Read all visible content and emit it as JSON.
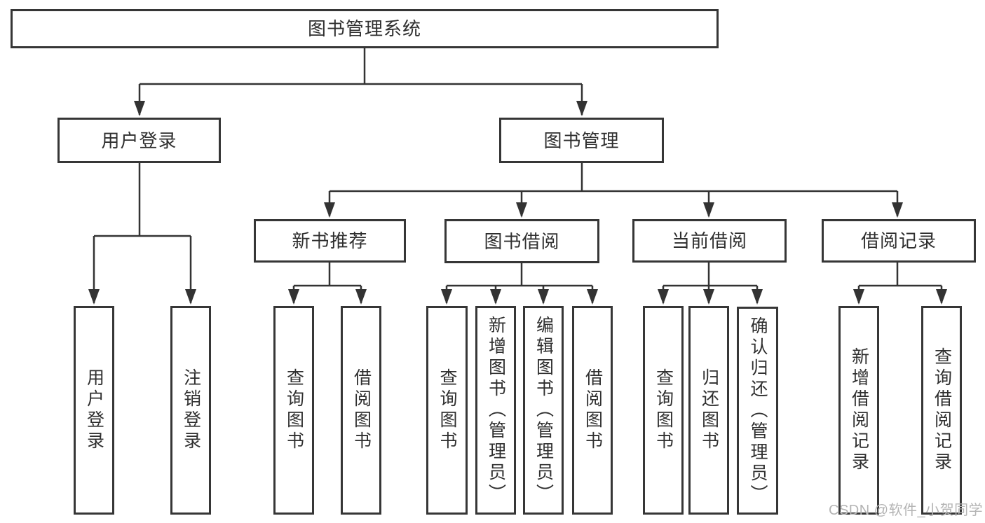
{
  "diagram": {
    "root": {
      "label": "图书管理系统"
    },
    "branches": [
      {
        "label": "用户登录",
        "children": [
          {
            "label": "用户登录"
          },
          {
            "label": "注销登录"
          }
        ]
      },
      {
        "label": "图书管理",
        "children": [
          {
            "label": "新书推荐",
            "children": [
              {
                "label": "查询图书"
              },
              {
                "label": "借阅图书"
              }
            ]
          },
          {
            "label": "图书借阅",
            "children": [
              {
                "label": "查询图书"
              },
              {
                "label": "新增图书（管理员）"
              },
              {
                "label": "编辑图书（管理员）"
              },
              {
                "label": "借阅图书"
              }
            ]
          },
          {
            "label": "当前借阅",
            "children": [
              {
                "label": "查询图书"
              },
              {
                "label": "归还图书"
              },
              {
                "label": "确认归还（管理员）"
              }
            ]
          },
          {
            "label": "借阅记录",
            "children": [
              {
                "label": "新增借阅记录"
              },
              {
                "label": "查询借阅记录"
              }
            ]
          }
        ]
      }
    ]
  },
  "watermark": {
    "text": "CSDN @软件_小贺同学"
  },
  "colors": {
    "background": "#ffffff",
    "line": "#333333",
    "box_border": "#363636",
    "text": "#2f2f2f",
    "watermark": "#b4b4b4"
  }
}
